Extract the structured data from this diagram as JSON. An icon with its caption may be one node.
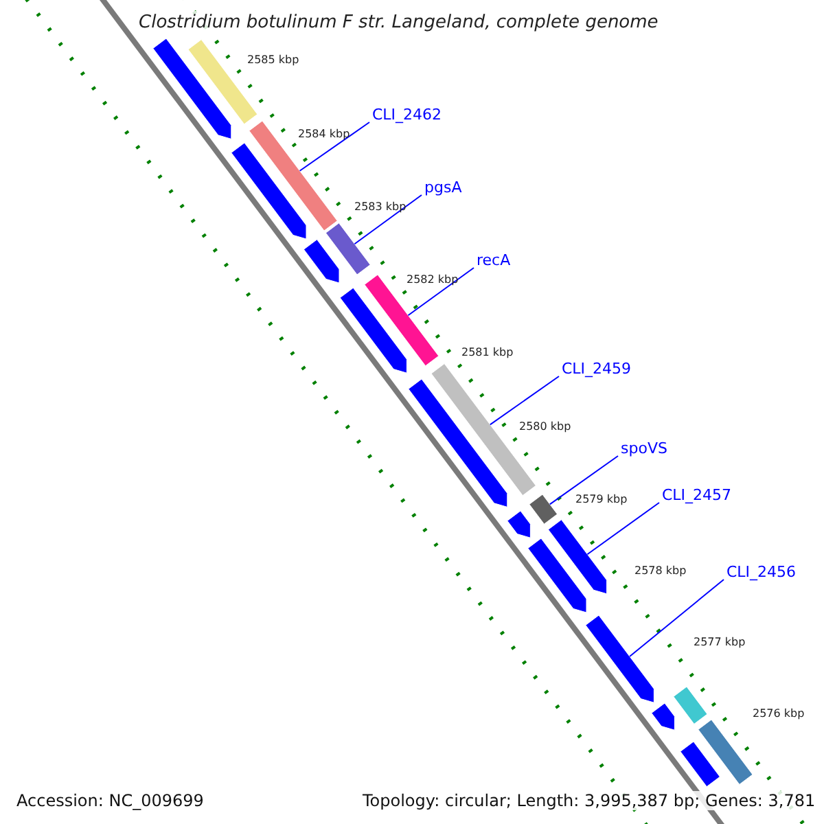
{
  "diagram": {
    "title": "Clostridium botulinum F str. Langeland, complete genome",
    "nodes": [
      {
        "text": [
          "CLI_2462"
        ]
      },
      {
        "text": [],
        "shape": "bar"
      },
      {
        "text": [
          "pgsA"
        ]
      },
      {
        "text": [],
        "shape": "bar"
      },
      {
        "text": [
          "recA"
        ]
      },
      {
        "text": [],
        "shape": "bar"
      },
      {
        "text": [
          "CLI_2459"
        ]
      },
      {
        "text": [],
        "shape": "bar"
      },
      {
        "text": [
          "spoVS"
        ]
      },
      {
        "text": [],
        "shape": "bar"
      },
      {
        "text": [
          "CLI_2457"
        ]
      },
      {
        "text": [],
        "shape": "bar"
      },
      {
        "text": [
          "CLI_2456"
        ]
      },
      {
        "text": [],
        "shape": "bar"
      },
      {
        "text": [],
        "shape": "bar"
      },
      {
        "text": [],
        "shape": "bar"
      },
      {
        "text": [],
        "shape": "bar"
      },
      {
        "text": [],
        "shape": "bar"
      },
      {
        "text": [],
        "shape": "bar"
      },
      {
        "text": [],
        "shape": "bar"
      },
      {
        "text": [],
        "shape": "bar"
      },
      {
        "text": [],
        "shape": "bar"
      },
      {
        "text": [],
        "shape": "bar"
      },
      {
        "text": [],
        "shape": "bar"
      },
      {
        "text": [],
        "shape": "bar"
      },
      {
        "text": [],
        "shape": "bar"
      }
    ],
    "edges": [
      {
        "from": 0,
        "to": 1,
        "arrow": "none"
      },
      {
        "from": 2,
        "to": 3,
        "arrow": "none"
      },
      {
        "from": 4,
        "to": 5,
        "arrow": "none"
      },
      {
        "from": 6,
        "to": 7,
        "arrow": "none"
      },
      {
        "from": 8,
        "to": 9,
        "arrow": "none"
      },
      {
        "from": 10,
        "to": 11,
        "arrow": "none"
      },
      {
        "from": 12,
        "to": 13,
        "arrow": "none"
      }
    ],
    "labels": [
      "2585 kbp",
      "2584 kbp",
      "2583 kbp",
      "2582 kbp",
      "2581 kbp",
      "2580 kbp",
      "2579 kbp",
      "2578 kbp",
      "2577 kbp",
      "2576 kbp",
      "Accession: NC_009699",
      "Topology: circular; Length: 3,995,387 bp; Genes: 3,781"
    ]
  }
}
